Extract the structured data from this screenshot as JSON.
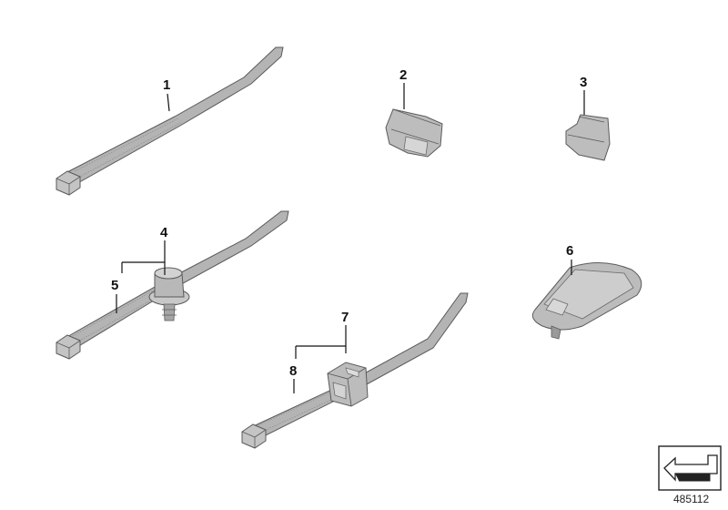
{
  "colors": {
    "part_fill": "#b4b4b4",
    "part_fill_light": "#cfcfcf",
    "part_fill_dark": "#8c8c8c",
    "part_stroke": "#5a5a5a",
    "callout_text": "#111111",
    "background": "#ffffff"
  },
  "callouts": [
    "1",
    "2",
    "3",
    "4",
    "5",
    "6",
    "7",
    "8"
  ],
  "diagram_number": "485112",
  "icons": {
    "orientation_badge": "arrow-badge-icon"
  }
}
